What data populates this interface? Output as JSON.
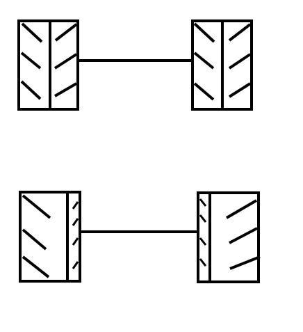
{
  "diagram": {
    "stroke_color": "#000000",
    "background_color": "#ffffff",
    "axles": [
      {
        "id": "upper-axle",
        "description_visible": false,
        "wheels": [
          {
            "id": "upper-left-wheel",
            "tread": "full-chevron"
          },
          {
            "id": "upper-right-wheel",
            "tread": "full-chevron"
          }
        ]
      },
      {
        "id": "lower-axle",
        "description_visible": false,
        "wheels": [
          {
            "id": "lower-left-wheel",
            "tread": "worn-inner"
          },
          {
            "id": "lower-right-wheel",
            "tread": "worn-inner"
          }
        ]
      }
    ]
  }
}
